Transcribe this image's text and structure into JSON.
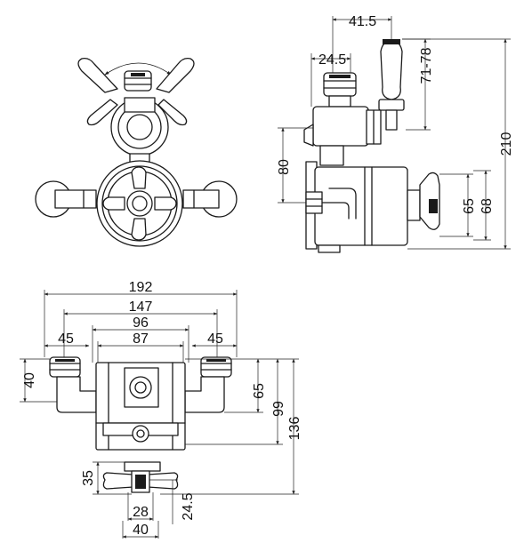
{
  "dimensions": {
    "side_view": {
      "top_width": "41.5",
      "inner_width": "24.5",
      "lever_range": "71-78",
      "total_height": "210",
      "body_height": "80",
      "front_65": "65",
      "front_68": "68"
    },
    "bottom_view": {
      "overall_width": "192",
      "connection_centres": "147",
      "body_width": "96",
      "inner_body_width": "87",
      "left_offset": "45",
      "right_offset": "45",
      "connector_height": "40",
      "depth_65": "65",
      "depth_99": "99",
      "depth_136": "136",
      "knob_height": "35",
      "knob_offset": "24.5",
      "knob_inner_width": "28",
      "knob_width": "40"
    }
  },
  "colors": {
    "line": "#1a1a1a",
    "background": "#ffffff"
  }
}
